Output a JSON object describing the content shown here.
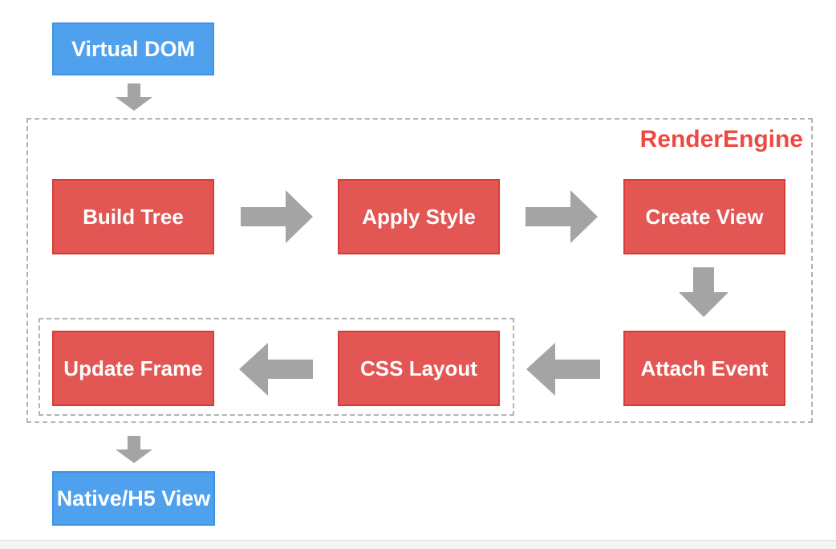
{
  "diagram": {
    "start_node": {
      "label": "Virtual DOM"
    },
    "engine": {
      "label": "RenderEngine",
      "steps": [
        {
          "label": "Build Tree"
        },
        {
          "label": "Apply Style"
        },
        {
          "label": "Create View"
        },
        {
          "label": "Attach Event"
        },
        {
          "label": "CSS Layout"
        },
        {
          "label": "Update Frame"
        }
      ]
    },
    "end_node": {
      "label": "Native/H5 View"
    },
    "edges": [
      {
        "from": "Virtual DOM",
        "to": "Build Tree",
        "direction": "down"
      },
      {
        "from": "Build Tree",
        "to": "Apply Style",
        "direction": "right"
      },
      {
        "from": "Apply Style",
        "to": "Create View",
        "direction": "right"
      },
      {
        "from": "Create View",
        "to": "Attach Event",
        "direction": "down"
      },
      {
        "from": "Attach Event",
        "to": "CSS Layout",
        "direction": "left"
      },
      {
        "from": "CSS Layout",
        "to": "Update Frame",
        "direction": "left"
      },
      {
        "from": "Update Frame",
        "to": "Native/H5 View",
        "direction": "down"
      }
    ]
  },
  "colors": {
    "process_fill": "#E25754",
    "process_border": "#D93B36",
    "io_fill": "#4FA1EE",
    "io_border": "#3D94E4",
    "arrow": "#A4A4A4",
    "dashed_border": "#B3B3B3",
    "engine_label": "#EE4842",
    "page_strip": "#F4F4F5",
    "page_strip_line": "#E2E2E3"
  }
}
